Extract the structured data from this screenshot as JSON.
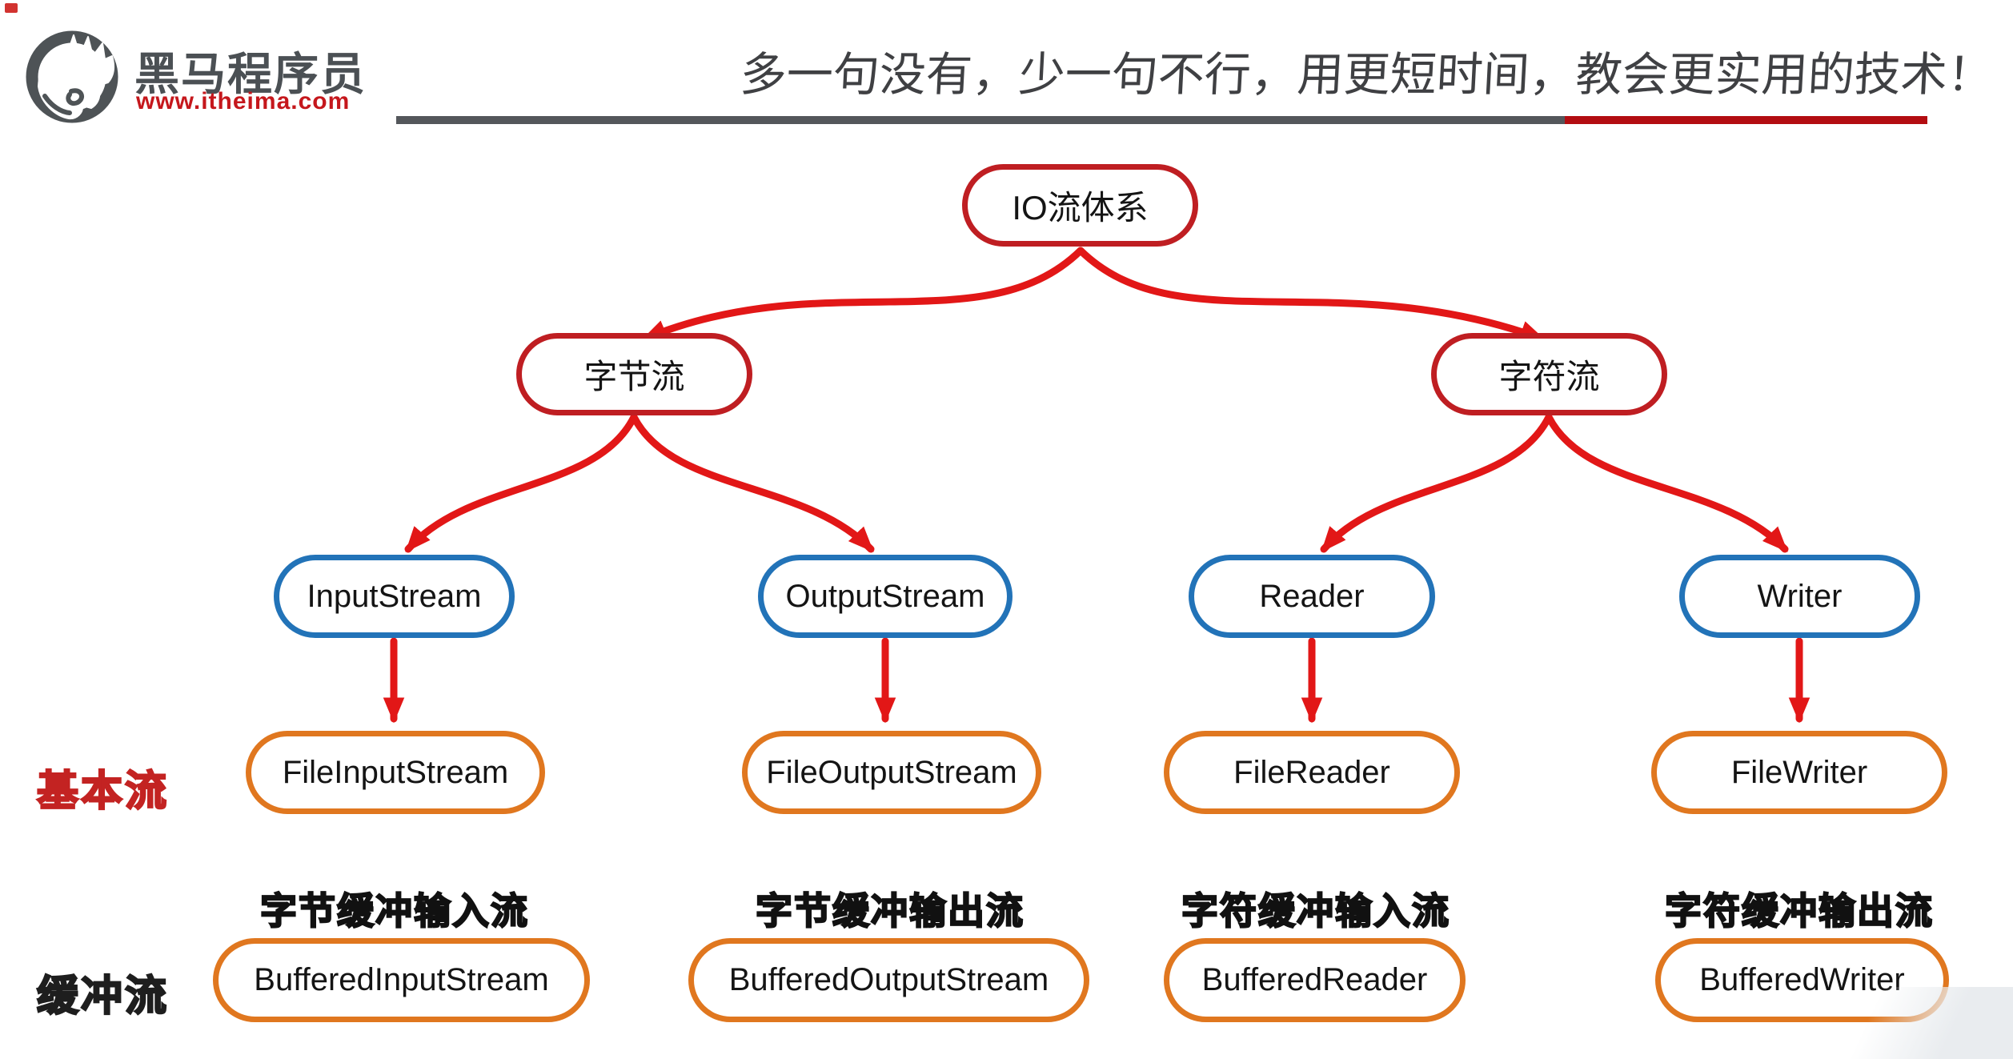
{
  "header": {
    "brand": {
      "name": "黑马程序员",
      "url": "www.itheima.com",
      "logo_icon": "horse-in-circle"
    },
    "slogan": "多一句没有，少一句不行，用更短时间，教会更实用的技术！"
  },
  "diagram": {
    "root": {
      "label": "IO流体系"
    },
    "level2": {
      "byte": {
        "label": "字节流"
      },
      "char": {
        "label": "字符流"
      }
    },
    "abstract": {
      "input": {
        "label": "InputStream"
      },
      "output": {
        "label": "OutputStream"
      },
      "reader": {
        "label": "Reader"
      },
      "writer": {
        "label": "Writer"
      }
    },
    "basic": {
      "row_label": "基本流",
      "file_input": {
        "label": "FileInputStream"
      },
      "file_output": {
        "label": "FileOutputStream"
      },
      "file_reader": {
        "label": "FileReader"
      },
      "file_writer": {
        "label": "FileWriter"
      }
    },
    "buffered": {
      "row_label": "缓冲流",
      "captions": {
        "byte_in": "字节缓冲输入流",
        "byte_out": "字节缓冲输出流",
        "char_in": "字符缓冲输入流",
        "char_out": "字符缓冲输出流"
      },
      "buf_input": {
        "label": "BufferedInputStream"
      },
      "buf_output": {
        "label": "BufferedOutputStream"
      },
      "buf_reader": {
        "label": "BufferedReader"
      },
      "buf_writer": {
        "label": "BufferedWriter"
      }
    }
  },
  "colors": {
    "node_red_border": "#bf1e22",
    "node_blue_border": "#2273b8",
    "node_orange_border": "#e0771f",
    "arrow_red": "#e21717",
    "brand_name_gray": "#4b5054",
    "brand_url_red": "#c5171c",
    "divider_gray": "#54575b",
    "divider_red": "#b30d11",
    "basic_row_label_red": "#c32322",
    "buffered_row_label_black": "#1e1e1e",
    "slogan_gray": "#3f4043"
  }
}
